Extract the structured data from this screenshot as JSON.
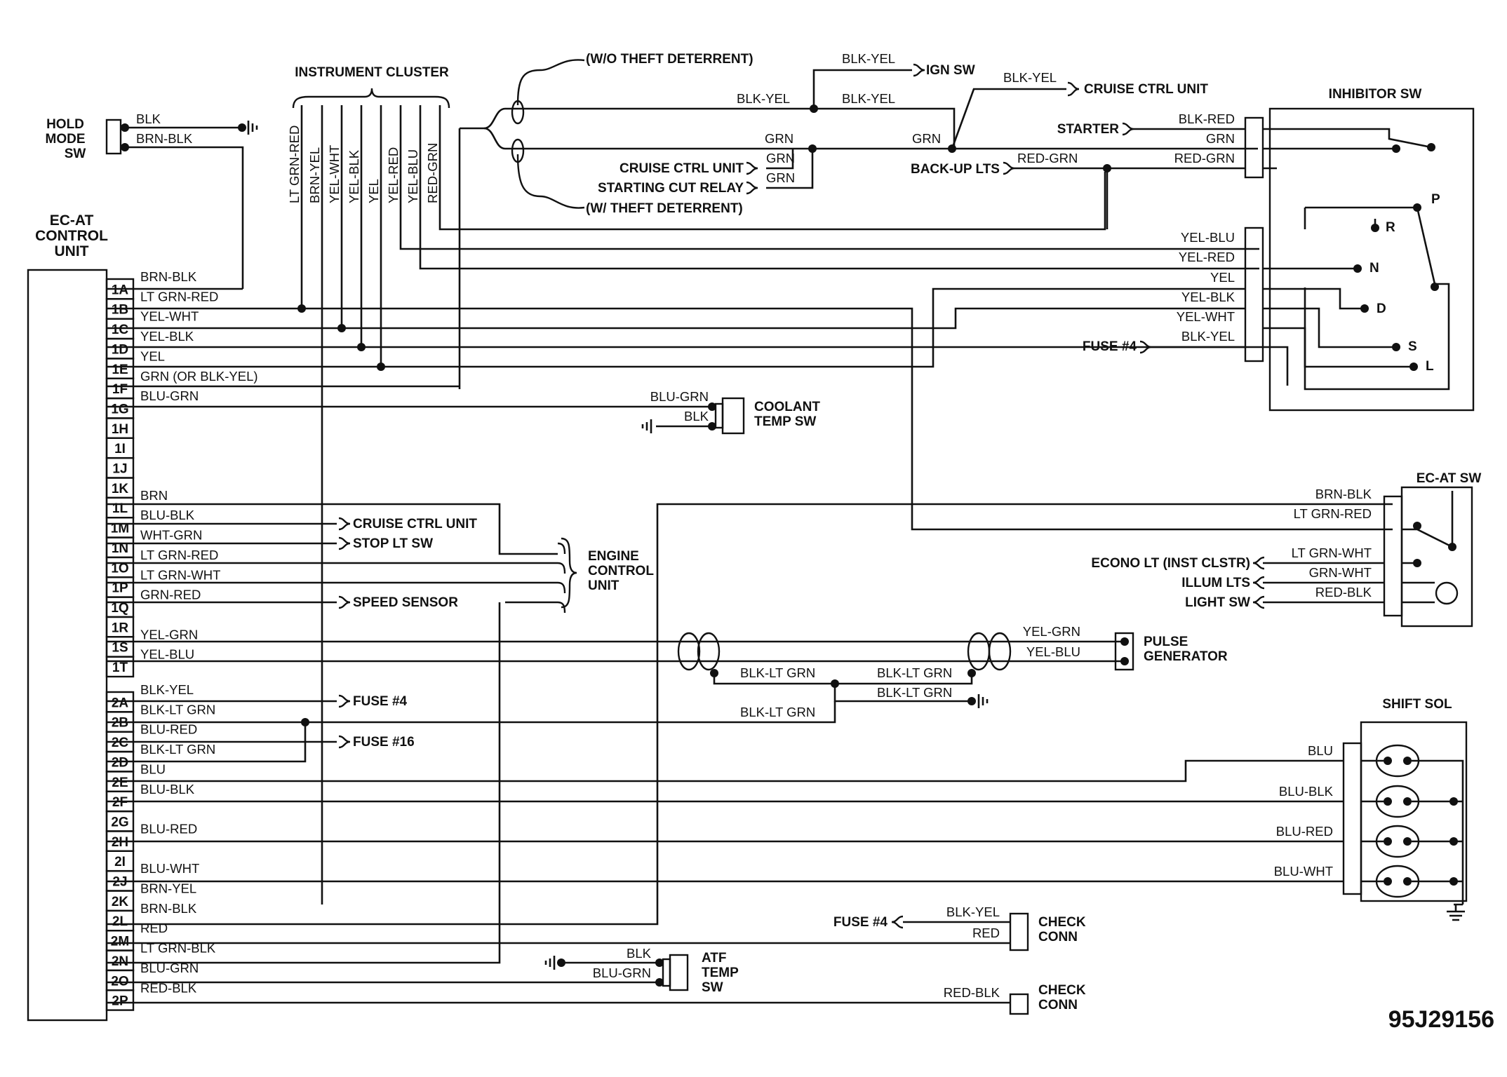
{
  "figure_id": "95J29156",
  "components": {
    "hold_mode_sw": [
      "HOLD",
      "MODE",
      "SW"
    ],
    "ecu": [
      "EC-AT",
      "CONTROL",
      "UNIT"
    ],
    "instrument_cluster": "INSTRUMENT CLUSTER",
    "inhibitor_sw": "INHIBITOR SW",
    "ecat_sw": "EC-AT SW",
    "shift_sol": "SHIFT SOL",
    "coolant_temp_sw": [
      "COOLANT",
      "TEMP SW"
    ],
    "engine_control_unit": [
      "ENGINE",
      "CONTROL",
      "UNIT"
    ],
    "pulse_generator": [
      "PULSE",
      "GENERATOR"
    ],
    "atf_temp_sw": [
      "ATF",
      "TEMP",
      "SW"
    ],
    "check_conn": [
      "CHECK",
      "CONN"
    ]
  },
  "refs": {
    "wo_theft": "(W/O THEFT DETERRENT)",
    "w_theft": "(W/ THEFT DETERRENT)",
    "ign_sw": "IGN SW",
    "cruise_ctrl_unit": "CRUISE CTRL UNIT",
    "starting_cut_relay": "STARTING CUT RELAY",
    "starter": "STARTER",
    "backup_lts": "BACK-UP LTS",
    "fuse4": "FUSE #4",
    "fuse16": "FUSE #16",
    "stop_lt_sw": "STOP LT SW",
    "speed_sensor": "SPEED SENSOR",
    "econo_lt": "ECONO LT (INST CLSTR)",
    "illum_lts": "ILLUM LTS",
    "light_sw": "LIGHT SW"
  },
  "shift_positions": [
    "P",
    "R",
    "N",
    "D",
    "S",
    "L"
  ],
  "cluster_wires": [
    "LT GRN-RED",
    "BRN-YEL",
    "YEL-WHT",
    "YEL-BLK",
    "YEL",
    "YEL-RED",
    "YEL-BLU",
    "RED-GRN"
  ],
  "ecu_pins": [
    {
      "pin": "1A",
      "wire": "BRN-BLK"
    },
    {
      "pin": "1B",
      "wire": "LT GRN-RED"
    },
    {
      "pin": "1C",
      "wire": "YEL-WHT"
    },
    {
      "pin": "1D",
      "wire": "YEL-BLK"
    },
    {
      "pin": "1E",
      "wire": "YEL"
    },
    {
      "pin": "1F",
      "wire": "GRN (OR BLK-YEL)"
    },
    {
      "pin": "1G",
      "wire": "BLU-GRN"
    },
    {
      "pin": "1H",
      "wire": ""
    },
    {
      "pin": "1I",
      "wire": ""
    },
    {
      "pin": "1J",
      "wire": ""
    },
    {
      "pin": "1K",
      "wire": ""
    },
    {
      "pin": "1L",
      "wire": "BRN"
    },
    {
      "pin": "1M",
      "wire": "BLU-BLK"
    },
    {
      "pin": "1N",
      "wire": "WHT-GRN"
    },
    {
      "pin": "1O",
      "wire": "LT GRN-RED"
    },
    {
      "pin": "1P",
      "wire": "LT GRN-WHT"
    },
    {
      "pin": "1Q",
      "wire": "GRN-RED"
    },
    {
      "pin": "1R",
      "wire": ""
    },
    {
      "pin": "1S",
      "wire": "YEL-GRN"
    },
    {
      "pin": "1T",
      "wire": "YEL-BLU"
    },
    {
      "pin": "2A",
      "wire": "BLK-YEL"
    },
    {
      "pin": "2B",
      "wire": "BLK-LT GRN"
    },
    {
      "pin": "2C",
      "wire": "BLU-RED"
    },
    {
      "pin": "2D",
      "wire": "BLK-LT GRN"
    },
    {
      "pin": "2E",
      "wire": "BLU"
    },
    {
      "pin": "2F",
      "wire": "BLU-BLK"
    },
    {
      "pin": "2G",
      "wire": ""
    },
    {
      "pin": "2H",
      "wire": "BLU-RED"
    },
    {
      "pin": "2I",
      "wire": ""
    },
    {
      "pin": "2J",
      "wire": "BLU-WHT"
    },
    {
      "pin": "2K",
      "wire": "BRN-YEL"
    },
    {
      "pin": "2L",
      "wire": "BRN-BLK"
    },
    {
      "pin": "2M",
      "wire": "RED"
    },
    {
      "pin": "2N",
      "wire": "LT GRN-BLK"
    },
    {
      "pin": "2O",
      "wire": "BLU-GRN"
    },
    {
      "pin": "2P",
      "wire": "RED-BLK"
    }
  ],
  "wire_labels": {
    "blk": "BLK",
    "brn_blk": "BRN-BLK",
    "blk_yel": "BLK-YEL",
    "grn": "GRN",
    "blk_red": "BLK-RED",
    "red_grn": "RED-GRN",
    "yel_blu": "YEL-BLU",
    "yel_red": "YEL-RED",
    "yel": "YEL",
    "yel_blk": "YEL-BLK",
    "yel_wht": "YEL-WHT",
    "blu_grn": "BLU-GRN",
    "lt_grn_red": "LT GRN-RED",
    "lt_grn_wht": "LT GRN-WHT",
    "grn_wht": "GRN-WHT",
    "red_blk": "RED-BLK",
    "yel_grn": "YEL-GRN",
    "blk_lt_grn": "BLK-LT GRN",
    "blu": "BLU",
    "blu_blk": "BLU-BLK",
    "blu_red": "BLU-RED",
    "blu_wht": "BLU-WHT",
    "red": "RED"
  }
}
